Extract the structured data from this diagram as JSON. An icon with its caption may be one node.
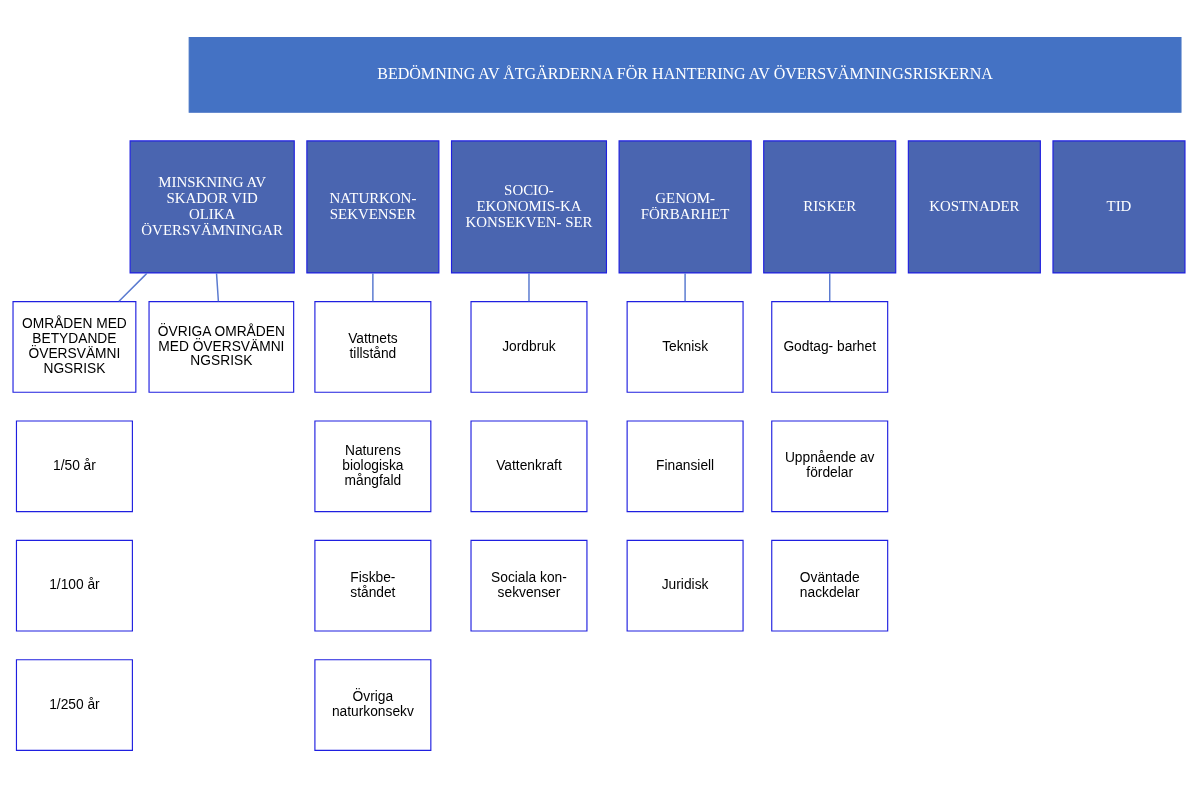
{
  "diagram": {
    "nodes": [
      {
        "text": [
          "BEDÖMNING AV ÅTGÄRDERNA FÖR HANTERING AV ÖVERSVÄMNINGSRISKERNA"
        ]
      },
      {
        "text": [
          "MINSKNING AV SKADOR VID OLIKA ÖVERSVÄMNINGAR"
        ]
      },
      {
        "text": [
          "NATURKON- SEKVENSER"
        ]
      },
      {
        "text": [
          "SOCIO- EKONOMIS-KA KONSEKVEN- SER"
        ]
      },
      {
        "text": [
          "GENOM- FÖRBARHET"
        ]
      },
      {
        "text": [
          "RISKER"
        ]
      },
      {
        "text": [
          "KOSTNADER"
        ]
      },
      {
        "text": [
          "TID"
        ]
      },
      {
        "text": [
          "OMRÅDEN MED BETYDANDE ÖVERSVÄMNI NGSRISK"
        ]
      },
      {
        "text": [
          "ÖVRIGA OMRÅDEN MED ÖVERSVÄMNI NGSRISK"
        ]
      },
      {
        "text": [
          "1/50 år"
        ]
      },
      {
        "text": [
          "1/100 år"
        ]
      },
      {
        "text": [
          "1/250 år"
        ]
      },
      {
        "text": [
          "Vattnets tillstånd"
        ]
      },
      {
        "text": [
          "Naturens biologiska mångfald"
        ]
      },
      {
        "text": [
          "Fiskbe- ståndet"
        ]
      },
      {
        "text": [
          "Övriga naturkonsekv"
        ]
      },
      {
        "text": [
          "Jordbruk"
        ]
      },
      {
        "text": [
          "Vattenkraft"
        ]
      },
      {
        "text": [
          "Sociala kon- sekvenser"
        ]
      },
      {
        "text": [
          "Teknisk"
        ]
      },
      {
        "text": [
          "Finansiell"
        ]
      },
      {
        "text": [
          "Juridisk"
        ]
      },
      {
        "text": [
          "Godtag- barhet"
        ]
      },
      {
        "text": [
          "Uppnående av fördelar"
        ]
      },
      {
        "text": [
          "Oväntade nackdelar"
        ]
      }
    ],
    "edges": [
      {
        "from": 1,
        "to": 8,
        "arrow": "none"
      },
      {
        "from": 1,
        "to": 9,
        "arrow": "none"
      },
      {
        "from": 2,
        "to": 13,
        "arrow": "none"
      },
      {
        "from": 3,
        "to": 17,
        "arrow": "none"
      },
      {
        "from": 4,
        "to": 20,
        "arrow": "none"
      },
      {
        "from": 5,
        "to": 23,
        "arrow": "none"
      }
    ]
  }
}
